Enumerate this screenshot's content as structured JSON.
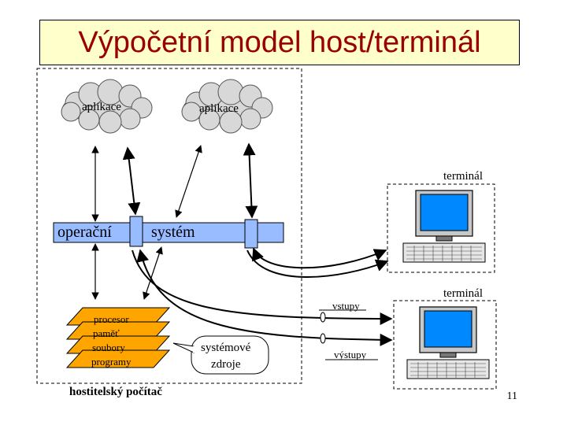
{
  "title": "Výpočetní model host/terminál",
  "clouds": [
    {
      "label": "aplikace"
    },
    {
      "label": "aplikace"
    }
  ],
  "os_bar": {
    "left_label": "operační",
    "right_label": "systém",
    "color": "#99bbff"
  },
  "resources": {
    "layers": [
      "procesor",
      "paměť",
      "soubory",
      "programy"
    ],
    "color": "#ffa500",
    "callout": [
      "systémové",
      "zdroje"
    ]
  },
  "host_label": "hostitelský počítač",
  "terminals": [
    {
      "label": "terminál"
    },
    {
      "label": "terminál"
    }
  ],
  "io": {
    "inputs": "vstupy",
    "outputs": "výstupy"
  },
  "page_number": "11",
  "colors": {
    "title_bg": "#ffffcc",
    "title_text": "#990000",
    "screen": "#0088ff"
  }
}
